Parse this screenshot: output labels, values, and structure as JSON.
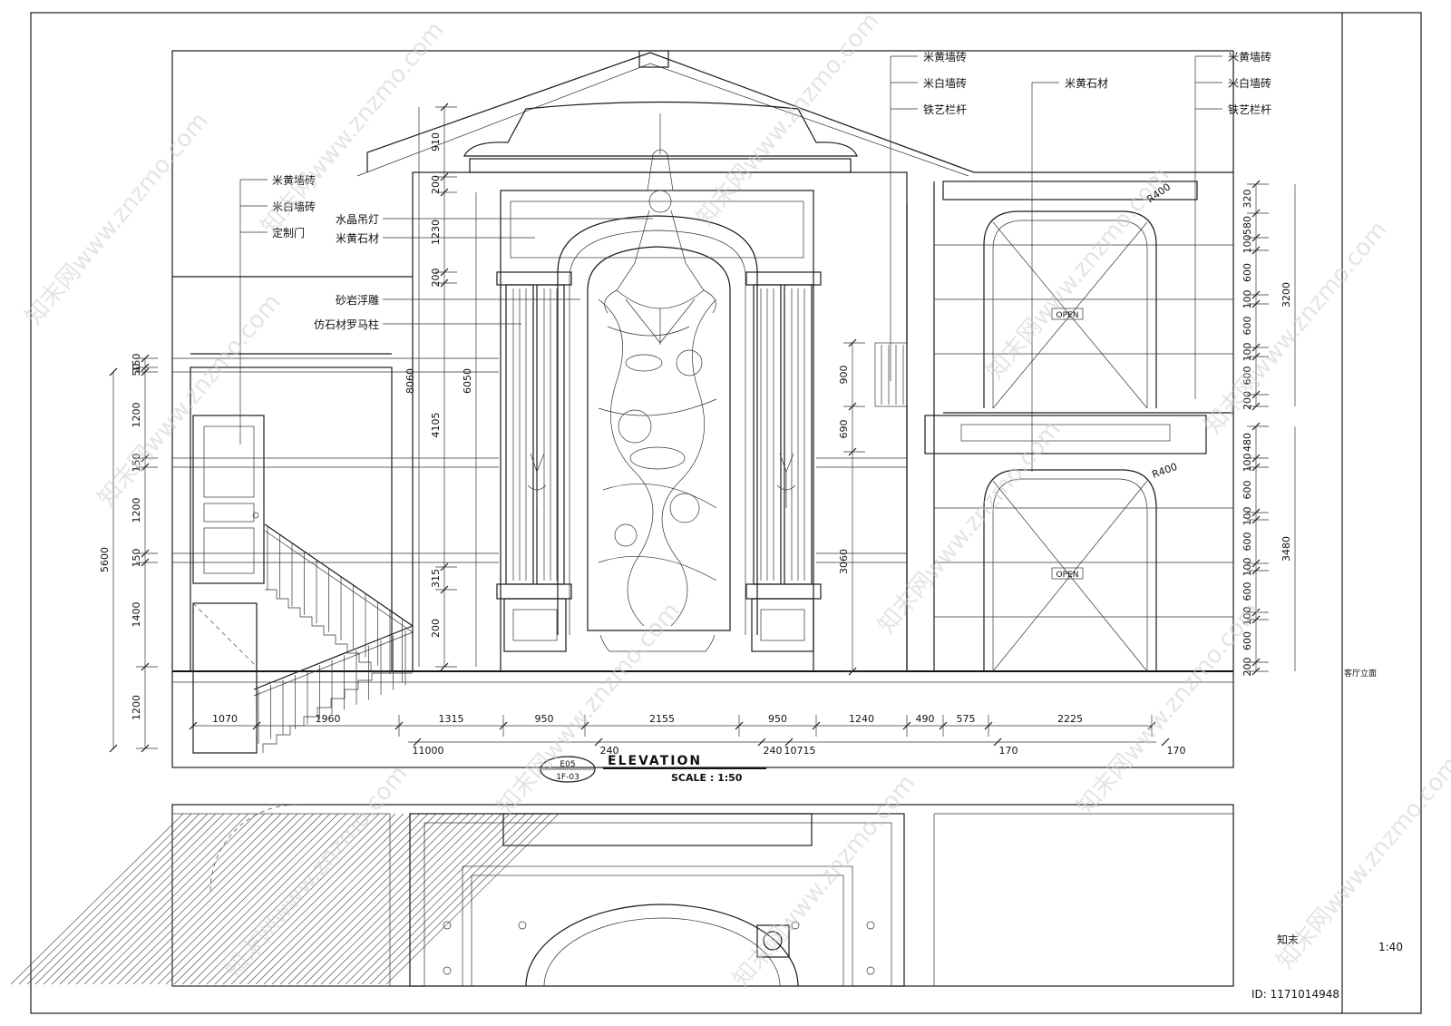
{
  "title": {
    "main": "ELEVATION",
    "scale_text": "SCALE :  1:50",
    "tag_top": "E05",
    "tag_bottom": "1F-03"
  },
  "sheet": {
    "side_label": "客厅立面",
    "scale_ratio": "1:40",
    "logo": "知末",
    "id_text": "ID: 1171014948"
  },
  "watermark": "知末网www.znzmo.com",
  "callouts_left": [
    "米黄墙砖",
    "米白墙砖",
    "定制门"
  ],
  "callouts_center": [
    "水晶吊灯",
    "米黄石材",
    "砂岩浮雕",
    "仿石材罗马柱"
  ],
  "callouts_right_a": [
    "米黄墙砖",
    "米白墙砖",
    "铁艺栏杆"
  ],
  "callouts_right_b": [
    "米黄石材"
  ],
  "callouts_right_c": [
    "米黄墙砖",
    "米白墙砖",
    "铁艺栏杆"
  ],
  "arch_labels": [
    "R400",
    "R400"
  ],
  "open_labels": [
    "OPEN",
    "OPEN"
  ],
  "dims_left_vertical": [
    "150",
    "50",
    "1200",
    "150",
    "1200",
    "150",
    "1400",
    "1200"
  ],
  "dim_left_total": "5600",
  "dims_mid_vertical": [
    "910",
    "200",
    "1230",
    "200",
    "4105",
    "315",
    "200"
  ],
  "dims_mid_totals": [
    "8060",
    "6050"
  ],
  "dims_right_mid_vertical": [
    "900",
    "690",
    "3060"
  ],
  "dims_right_upper": [
    "320",
    "580",
    "100",
    "600",
    "100",
    "600",
    "100",
    "600",
    "200"
  ],
  "dim_right_upper_total": "3200",
  "dims_right_lower": [
    "480",
    "100",
    "600",
    "100",
    "600",
    "100",
    "600",
    "100",
    "600",
    "200"
  ],
  "dim_right_lower_total": "3480",
  "dims_bottom_row1": [
    "1070",
    "1960",
    "1315",
    "950",
    "2155",
    "950",
    "1240",
    "490",
    "575",
    "2225"
  ],
  "dims_bottom_row2": [
    "11000",
    "240",
    "240",
    "10715",
    "170",
    "170"
  ]
}
